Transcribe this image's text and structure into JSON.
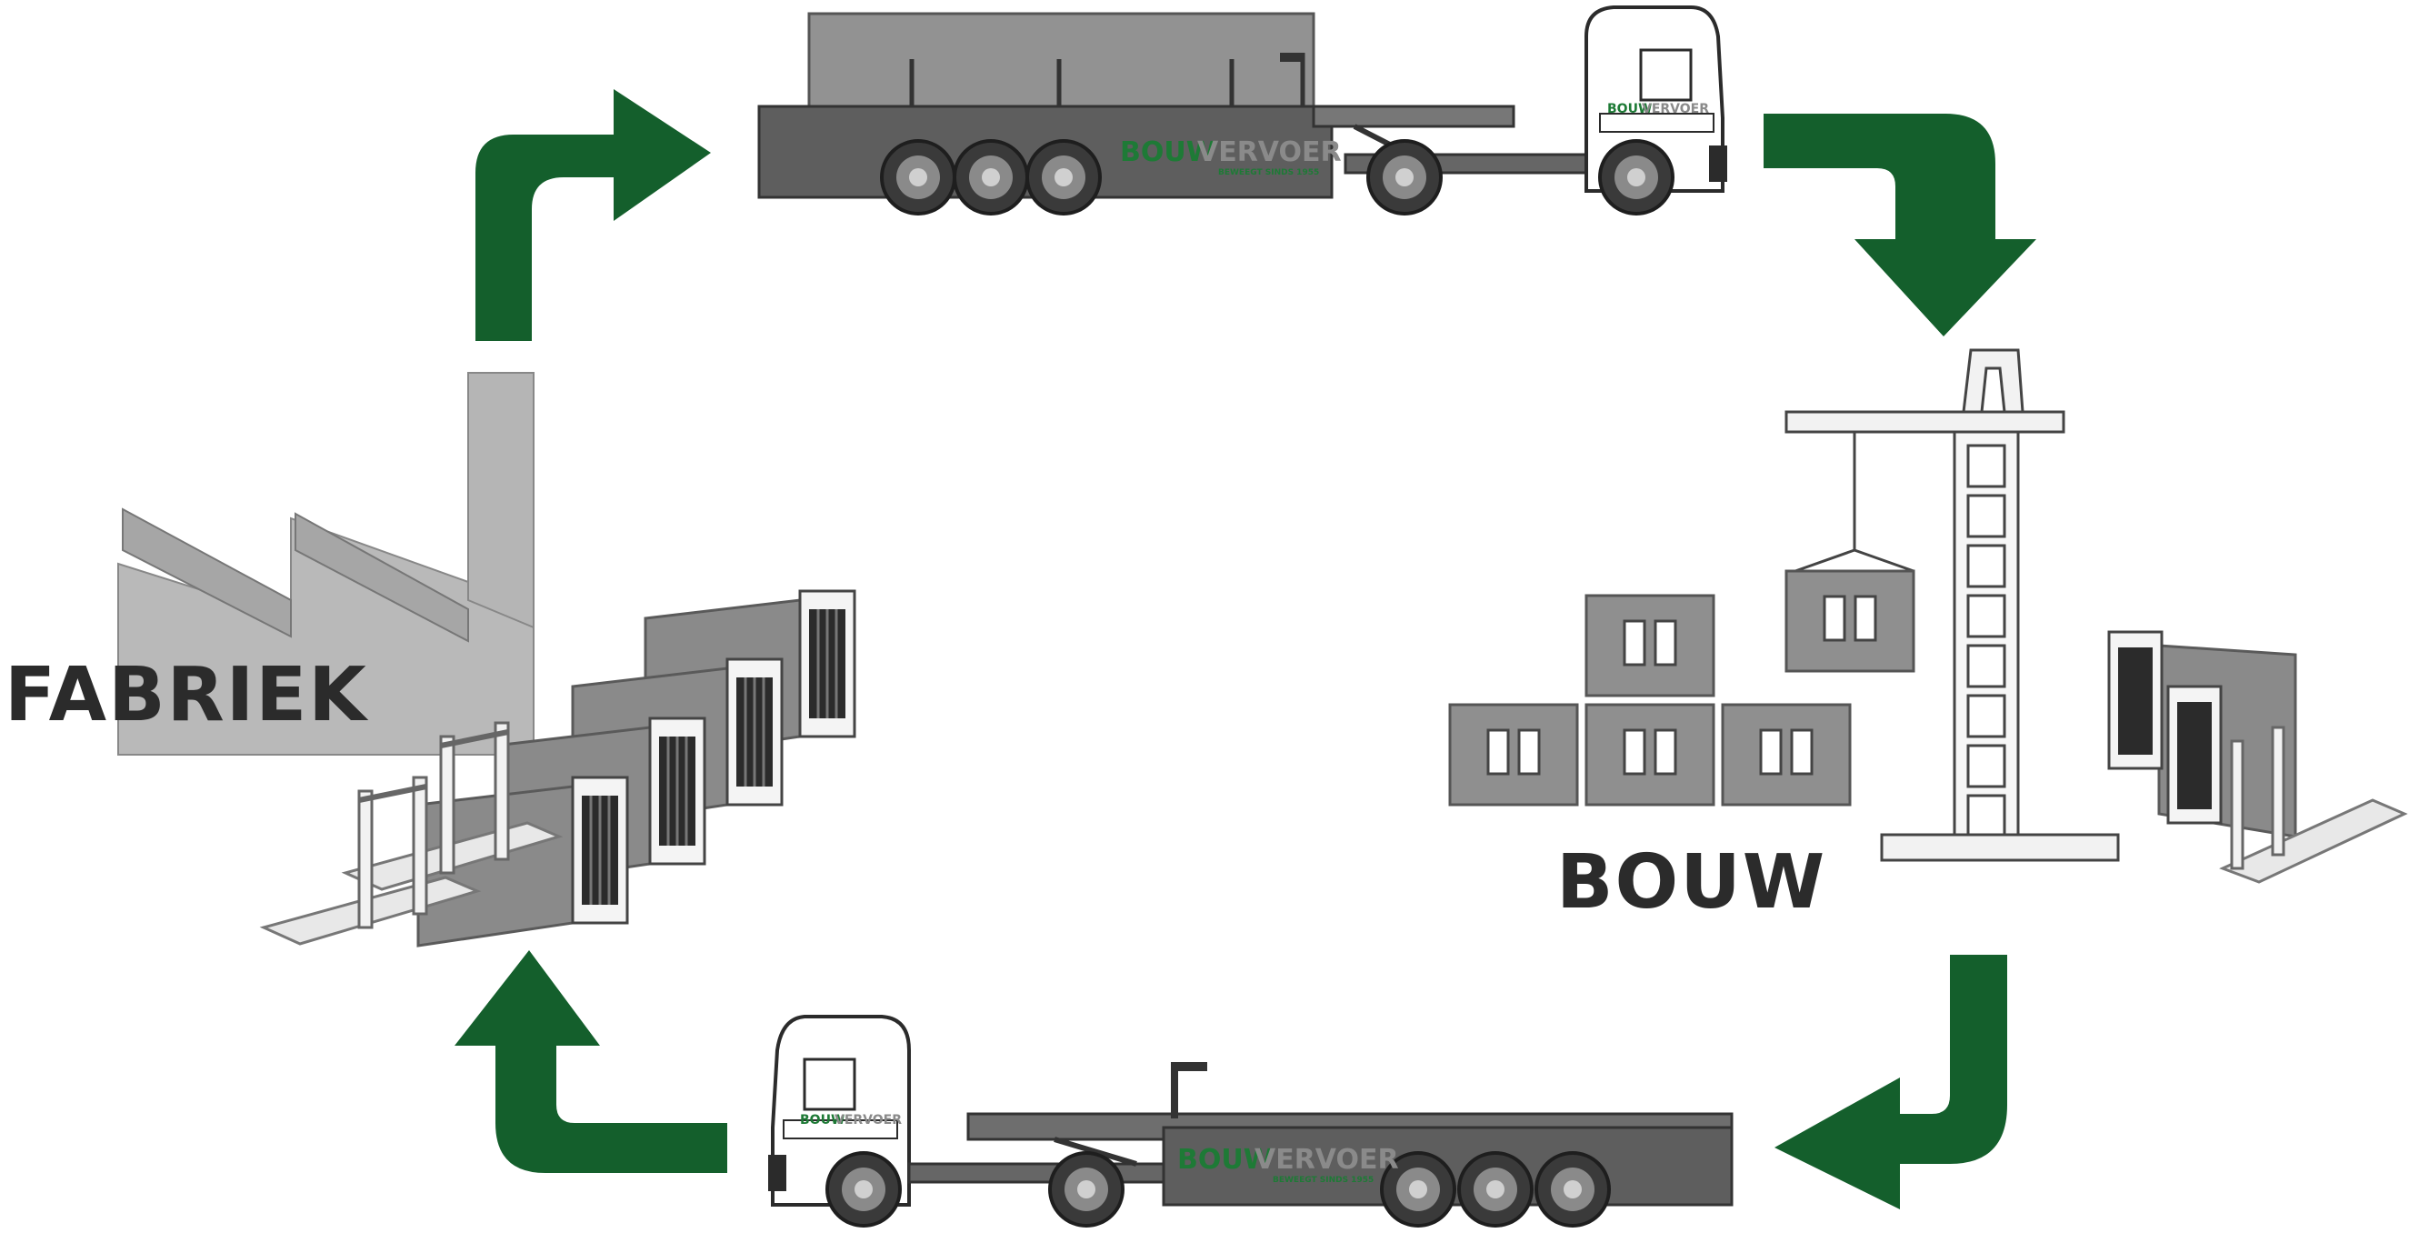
{
  "labels": {
    "factory": "FABRIEK",
    "construction": "BOUW"
  },
  "brand": {
    "word_green": "BOUW",
    "word_grey": "VERVOER",
    "tagline": "BEWEEGT SINDS 1955"
  },
  "colors": {
    "arrow_green": "#145f2c",
    "brand_green": "#1e7a36",
    "brand_grey": "#8a8a8a",
    "dark_grey": "#5e5e5e",
    "mid_grey": "#8f8f8f",
    "light_grey": "#b9b9b9"
  },
  "icons": {
    "factory": "factory-icon",
    "crane": "crane-icon",
    "truck_loaded": "truck-loaded-icon",
    "truck_empty": "truck-empty-icon",
    "module_stack": "concrete-module-stack-icon",
    "arrows": "cycle-arrow-icon"
  }
}
